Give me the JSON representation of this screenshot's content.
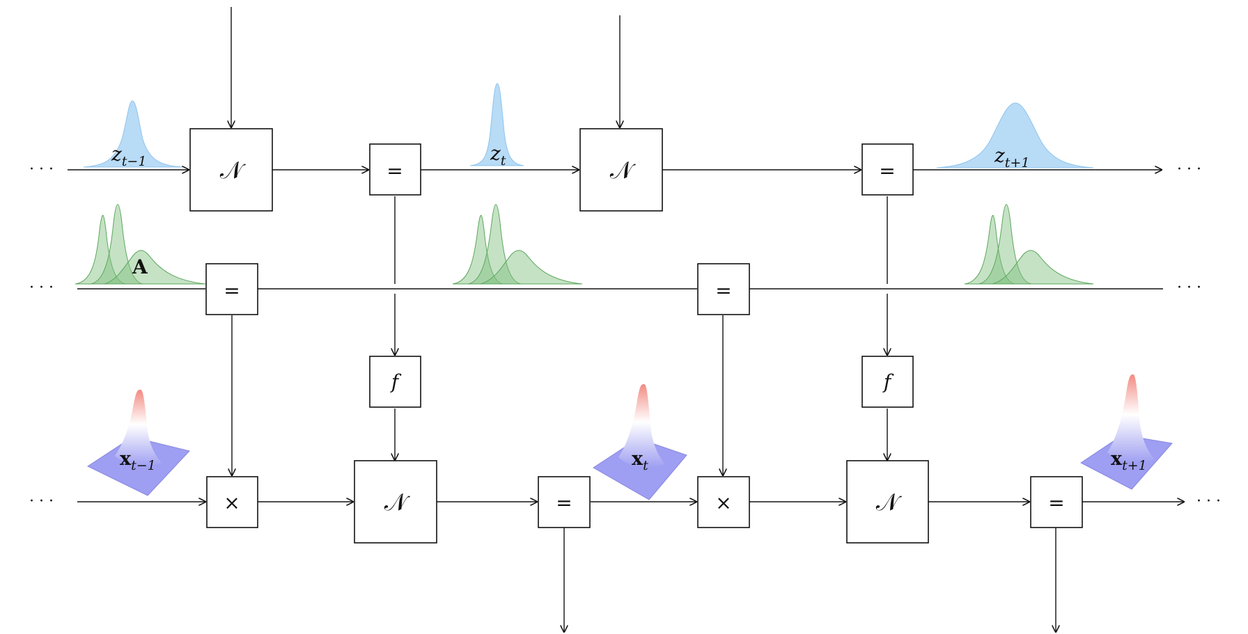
{
  "symbols": {
    "gaussian": "𝒩",
    "equality": "=",
    "multiply": "×",
    "function": "f",
    "ellipsis": "· · ·"
  },
  "labels": {
    "z_prev": {
      "base": "z",
      "sub": "t−1"
    },
    "z_curr": {
      "base": "z",
      "sub": "t"
    },
    "z_next": {
      "base": "z",
      "sub": "t+1"
    },
    "A": "A",
    "x_prev": {
      "base": "x",
      "sub": "t−1"
    },
    "x_curr": {
      "base": "x",
      "sub": "t"
    },
    "x_next": {
      "base": "x",
      "sub": "t+1"
    }
  },
  "colors": {
    "z_distribution": "#b8dbf6",
    "z_distribution_stroke": "#8fc3ec",
    "A_distribution": "#7fbf7f",
    "x_surface_top": "#f28b82",
    "x_surface_mid": "#ffffff",
    "x_surface_base": "#9e9ef2",
    "line": "#111111"
  }
}
